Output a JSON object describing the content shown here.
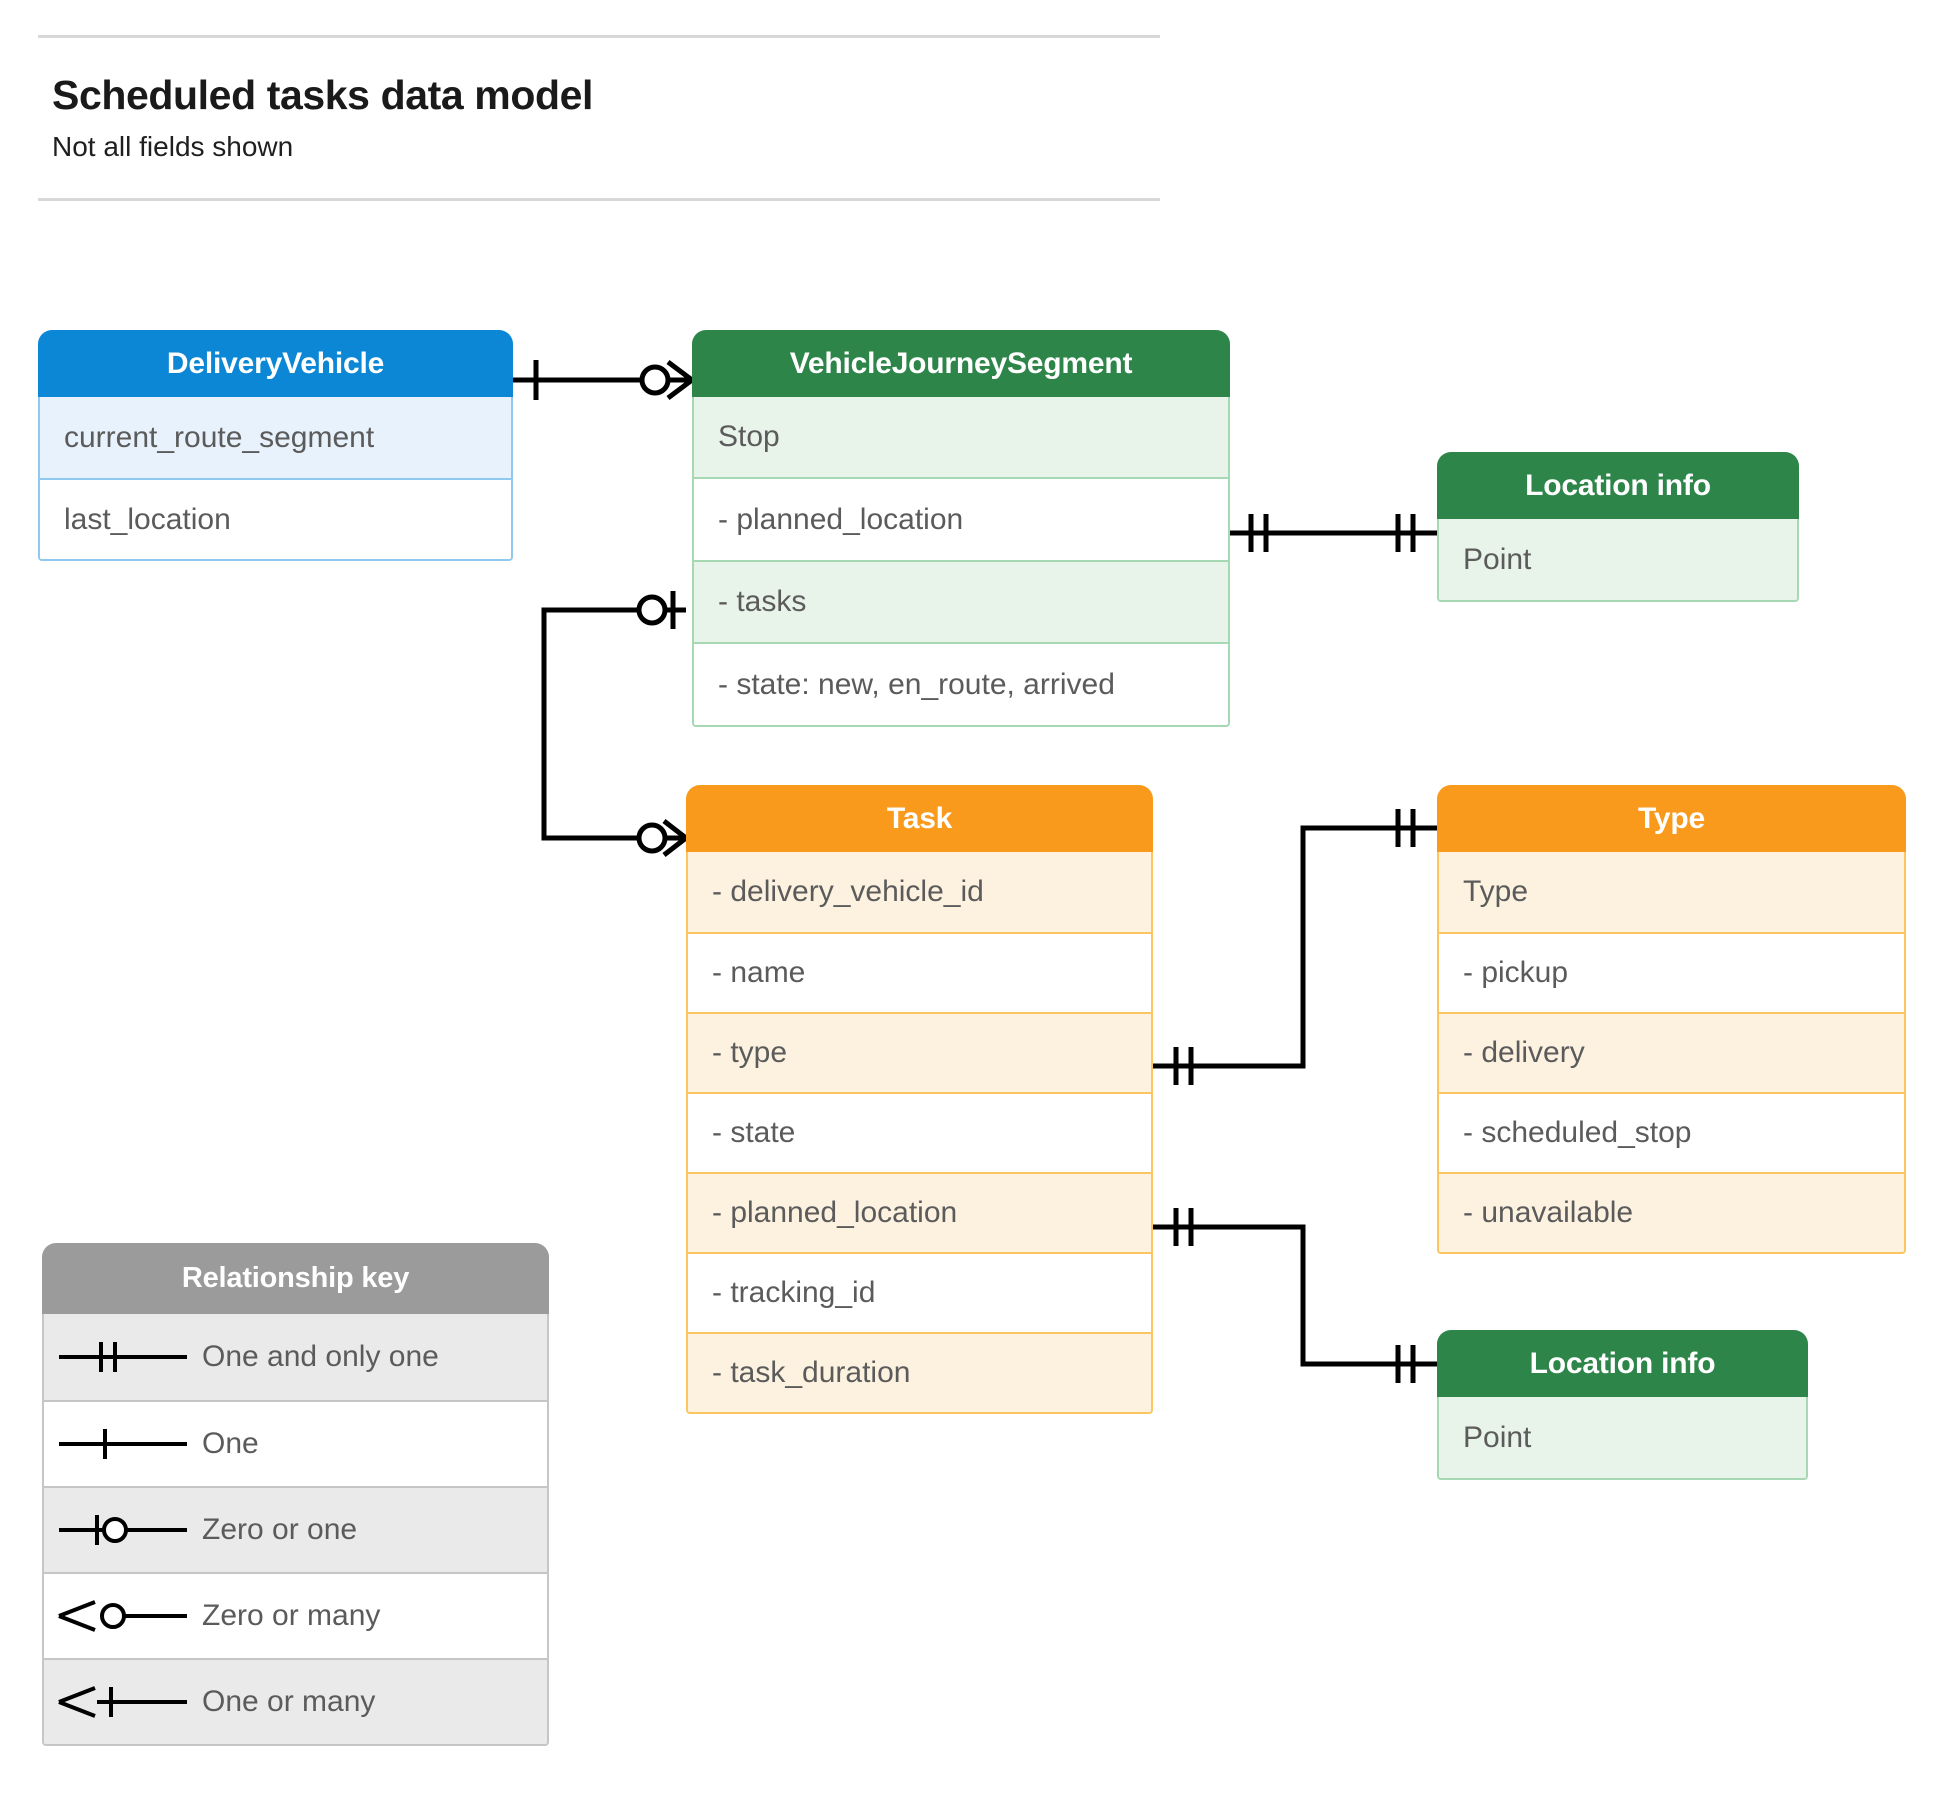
{
  "header": {
    "title": "Scheduled tasks data model",
    "subtitle": "Not all fields shown"
  },
  "colors": {
    "blue_header": "#0b87d6",
    "blue_row_alt": "#e8f2fc",
    "blue_border": "#8fc9ee",
    "green_header": "#2e8549",
    "green_row_alt": "#e8f3ea",
    "green_border": "#a6d8b4",
    "orange_header": "#f99a1c",
    "orange_row_alt": "#fdf2e0",
    "orange_border": "#fbc55f",
    "grey_header": "#9b9b9b",
    "grey_row_alt": "#eaeaea",
    "grey_border": "#c6c6c6",
    "connector": "#000000",
    "text": "#5b5b5b",
    "title_text": "#1a1a1a"
  },
  "entities": {
    "delivery_vehicle": {
      "title": "DeliveryVehicle",
      "fields": [
        "current_route_segment",
        "last_location"
      ]
    },
    "vehicle_journey_segment": {
      "title": "VehicleJourneySegment",
      "fields": [
        "Stop",
        "-  planned_location",
        "- tasks",
        "- state: new, en_route, arrived"
      ]
    },
    "location_info_top": {
      "title": "Location info",
      "fields": [
        "Point"
      ]
    },
    "task": {
      "title": "Task",
      "fields": [
        "- delivery_vehicle_id",
        "- name",
        "- type",
        "- state",
        "- planned_location",
        "- tracking_id",
        "- task_duration"
      ]
    },
    "type": {
      "title": "Type",
      "fields": [
        "Type",
        "-   pickup",
        "-   delivery",
        "-   scheduled_stop",
        "-   unavailable"
      ]
    },
    "location_info_bottom": {
      "title": "Location info",
      "fields": [
        "Point"
      ]
    }
  },
  "legend": {
    "title": "Relationship key",
    "items": [
      {
        "symbol": "one-and-only-one",
        "label": "One and only one"
      },
      {
        "symbol": "one",
        "label": "One"
      },
      {
        "symbol": "zero-or-one",
        "label": "Zero or one"
      },
      {
        "symbol": "zero-or-many",
        "label": "Zero or many"
      },
      {
        "symbol": "one-or-many",
        "label": "One or many"
      }
    ]
  },
  "relationships": [
    {
      "name": "deliveryvehicle-to-vehiclejourneysegment",
      "from": "DeliveryVehicle",
      "to": "VehicleJourneySegment",
      "from_cardinality": "one",
      "to_cardinality": "zero-or-many"
    },
    {
      "name": "vjs-plannedlocation-to-locationinfo",
      "from": "VehicleJourneySegment.planned_location",
      "to": "Location info",
      "from_cardinality": "one-and-only-one",
      "to_cardinality": "one-and-only-one"
    },
    {
      "name": "vjs-tasks-to-task",
      "from": "VehicleJourneySegment.tasks",
      "to": "Task",
      "from_cardinality": "zero-or-one",
      "to_cardinality": "zero-or-many"
    },
    {
      "name": "task-type-to-type",
      "from": "Task.type",
      "to": "Type",
      "from_cardinality": "one-and-only-one",
      "to_cardinality": "one-and-only-one"
    },
    {
      "name": "task-plannedlocation-to-locationinfo",
      "from": "Task.planned_location",
      "to": "Location info",
      "from_cardinality": "one-and-only-one",
      "to_cardinality": "one-and-only-one"
    }
  ]
}
